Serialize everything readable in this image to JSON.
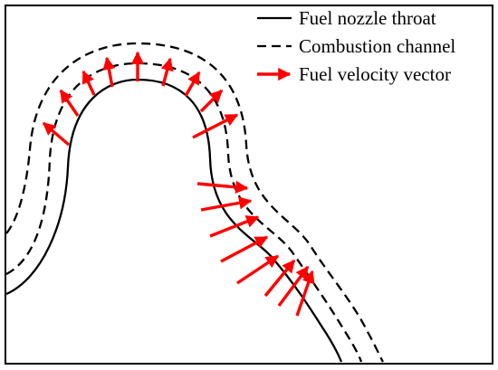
{
  "colors": {
    "background": "#ffffff",
    "outline": "#000000",
    "arrow": "#ff0000"
  },
  "legend": {
    "items": [
      {
        "label": "Fuel nozzle throat",
        "style": "solid-line"
      },
      {
        "label": "Combustion channel",
        "style": "dashed-line"
      },
      {
        "label": "Fuel velocity vector",
        "style": "red-arrow"
      }
    ]
  }
}
